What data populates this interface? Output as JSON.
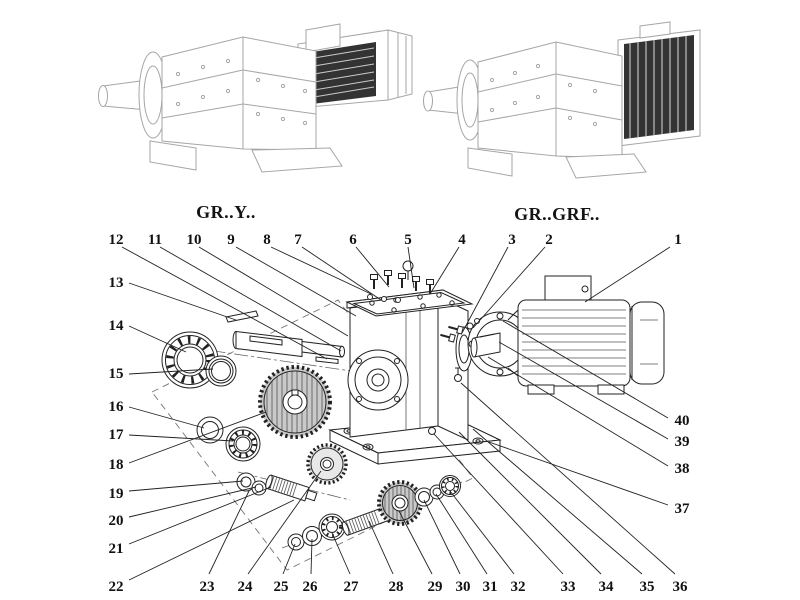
{
  "titles": {
    "left": "GR..Y..",
    "right": "GR..GRF.."
  },
  "callouts": [
    {
      "n": "1",
      "t": [
        678,
        239
      ],
      "line": [
        670,
        247,
        585,
        302
      ]
    },
    {
      "n": "2",
      "t": [
        549,
        239
      ],
      "line": [
        545,
        247,
        473,
        328
      ]
    },
    {
      "n": "3",
      "t": [
        512,
        239
      ],
      "line": [
        508,
        247,
        462,
        333
      ]
    },
    {
      "n": "4",
      "t": [
        462,
        239
      ],
      "line": [
        459,
        247,
        430,
        294
      ]
    },
    {
      "n": "5",
      "t": [
        408,
        239
      ],
      "line": [
        408,
        247,
        414,
        288
      ]
    },
    {
      "n": "6",
      "t": [
        353,
        239
      ],
      "line": [
        356,
        247,
        389,
        287
      ]
    },
    {
      "n": "7",
      "t": [
        298,
        239
      ],
      "line": [
        302,
        247,
        381,
        300
      ]
    },
    {
      "n": "8",
      "t": [
        267,
        239
      ],
      "line": [
        271,
        247,
        371,
        294
      ]
    },
    {
      "n": "9",
      "t": [
        231,
        239
      ],
      "line": [
        236,
        247,
        356,
        316
      ]
    },
    {
      "n": "10",
      "t": [
        194,
        239
      ],
      "line": [
        199,
        247,
        348,
        336
      ]
    },
    {
      "n": "11",
      "t": [
        155,
        239
      ],
      "line": [
        160,
        247,
        341,
        351
      ]
    },
    {
      "n": "12",
      "t": [
        116,
        239
      ],
      "line": [
        122,
        247,
        327,
        359
      ]
    },
    {
      "n": "13",
      "t": [
        116,
        282
      ],
      "line": [
        129,
        283,
        236,
        320
      ]
    },
    {
      "n": "14",
      "t": [
        116,
        325
      ],
      "line": [
        129,
        326,
        186,
        352
      ]
    },
    {
      "n": "15",
      "t": [
        116,
        373
      ],
      "line": [
        129,
        374,
        213,
        369
      ]
    },
    {
      "n": "16",
      "t": [
        116,
        406
      ],
      "line": [
        129,
        407,
        204,
        428
      ]
    },
    {
      "n": "17",
      "t": [
        116,
        434
      ],
      "line": [
        129,
        435,
        233,
        441
      ]
    },
    {
      "n": "18",
      "t": [
        116,
        464
      ],
      "line": [
        129,
        463,
        266,
        412
      ]
    },
    {
      "n": "19",
      "t": [
        116,
        493
      ],
      "line": [
        129,
        491,
        243,
        481
      ]
    },
    {
      "n": "20",
      "t": [
        116,
        520
      ],
      "line": [
        129,
        517,
        256,
        487
      ]
    },
    {
      "n": "21",
      "t": [
        116,
        548
      ],
      "line": [
        129,
        544,
        271,
        487
      ]
    },
    {
      "n": "22",
      "t": [
        116,
        586
      ],
      "line": [
        129,
        580,
        294,
        500
      ]
    },
    {
      "n": "23",
      "t": [
        207,
        586
      ],
      "line": [
        209,
        574,
        249,
        491
      ]
    },
    {
      "n": "24",
      "t": [
        245,
        586
      ],
      "line": [
        248,
        574,
        321,
        471
      ]
    },
    {
      "n": "25",
      "t": [
        281,
        586
      ],
      "line": [
        283,
        574,
        295,
        544
      ]
    },
    {
      "n": "26",
      "t": [
        310,
        586
      ],
      "line": [
        311,
        574,
        312,
        539
      ]
    },
    {
      "n": "27",
      "t": [
        351,
        586
      ],
      "line": [
        350,
        574,
        332,
        533
      ]
    },
    {
      "n": "28",
      "t": [
        396,
        586
      ],
      "line": [
        393,
        574,
        369,
        521
      ]
    },
    {
      "n": "29",
      "t": [
        435,
        586
      ],
      "line": [
        432,
        574,
        399,
        511
      ]
    },
    {
      "n": "30",
      "t": [
        463,
        586
      ],
      "line": [
        460,
        574,
        424,
        500
      ]
    },
    {
      "n": "31",
      "t": [
        490,
        586
      ],
      "line": [
        487,
        574,
        436,
        494
      ]
    },
    {
      "n": "32",
      "t": [
        518,
        586
      ],
      "line": [
        514,
        574,
        450,
        491
      ]
    },
    {
      "n": "33",
      "t": [
        568,
        586
      ],
      "line": [
        563,
        574,
        434,
        434
      ]
    },
    {
      "n": "34",
      "t": [
        606,
        586
      ],
      "line": [
        601,
        574,
        459,
        432
      ]
    },
    {
      "n": "35",
      "t": [
        647,
        586
      ],
      "line": [
        642,
        574,
        473,
        429
      ]
    },
    {
      "n": "36",
      "t": [
        680,
        586
      ],
      "line": [
        675,
        574,
        461,
        383
      ]
    },
    {
      "n": "37",
      "t": [
        682,
        508
      ],
      "line": [
        668,
        505,
        489,
        442
      ]
    },
    {
      "n": "38",
      "t": [
        682,
        468
      ],
      "line": [
        668,
        466,
        488,
        357
      ]
    },
    {
      "n": "39",
      "t": [
        682,
        441
      ],
      "line": [
        668,
        439,
        499,
        342
      ]
    },
    {
      "n": "40",
      "t": [
        682,
        420
      ],
      "line": [
        668,
        418,
        503,
        321
      ]
    }
  ]
}
